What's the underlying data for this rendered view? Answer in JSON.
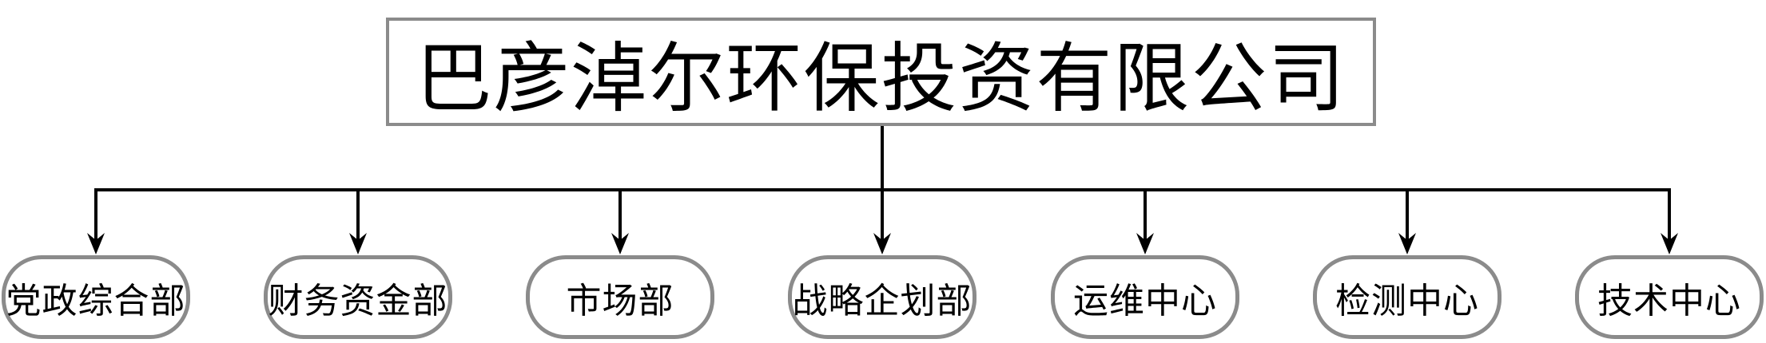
{
  "diagram": {
    "root": {
      "label": "巴彦淖尔环保投资有限公司"
    },
    "departments": [
      {
        "label": "党政综合部"
      },
      {
        "label": "财务资金部"
      },
      {
        "label": "市场部"
      },
      {
        "label": "战略企划部"
      },
      {
        "label": "运维中心"
      },
      {
        "label": "检测中心"
      },
      {
        "label": "技术中心"
      }
    ]
  },
  "colors": {
    "background": "#ffffff",
    "box_border": "#8b8b8b",
    "connector_line": "#000000",
    "text": "#000000"
  }
}
